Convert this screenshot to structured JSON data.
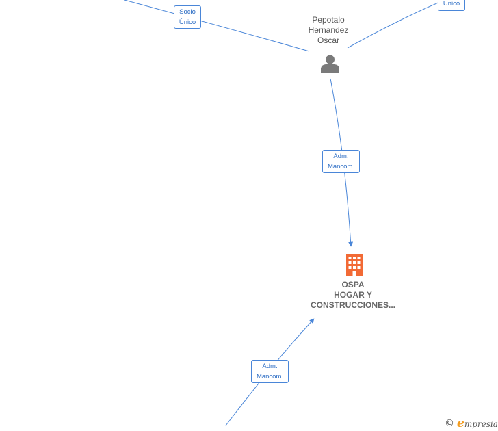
{
  "nodes": {
    "person": {
      "name_lines": [
        "Pepotalo",
        "Hernandez",
        "Oscar"
      ],
      "icon": "person-icon"
    },
    "company": {
      "name_lines": [
        "OSPA",
        "HOGAR Y",
        "CONSTRUCCIONES..."
      ],
      "icon": "building-icon"
    }
  },
  "edge_labels": {
    "top_left": [
      "Socio",
      "Único"
    ],
    "top_right": [
      "Unico"
    ],
    "person_to_company": [
      "Adm.",
      "Mancom."
    ],
    "bottom": [
      "Adm.",
      "Mancom."
    ]
  },
  "brand": {
    "copyright_symbol": "©",
    "logo_initial": "e",
    "logo_rest": "mpresia"
  },
  "colors": {
    "edge": "#4a86d8",
    "label_text": "#2b6cc4",
    "person_icon": "#7a7a7a",
    "company_icon": "#f26a35",
    "brand_accent": "#f39c1f"
  }
}
